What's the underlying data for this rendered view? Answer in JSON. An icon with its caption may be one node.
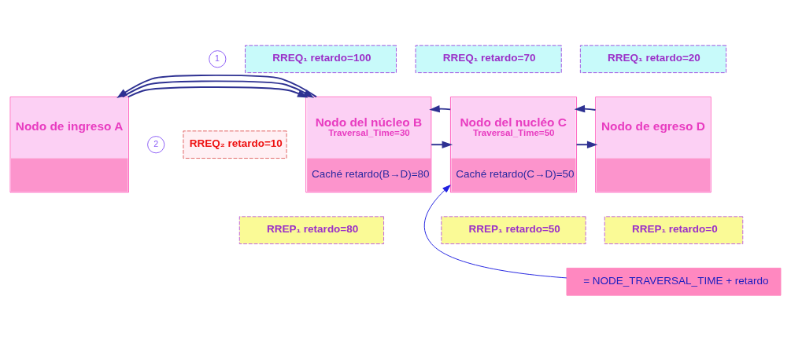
{
  "diagram": {
    "nodes": [
      {
        "text": [
          "1"
        ]
      },
      {
        "text": [
          "RREQ₁ retardo=100"
        ]
      },
      {
        "text": [
          "RREQ₁ retardo=70"
        ]
      },
      {
        "text": [
          "RREQ₁ retardo=20"
        ]
      },
      {
        "text": [
          "Nodo de ingreso A"
        ]
      },
      {
        "text": [
          "2"
        ]
      },
      {
        "text": [
          "RREQ₂ retardo=10"
        ]
      },
      {
        "text": [
          "Nodo del núcleo B",
          "Traversal_Time=30",
          "Caché retardo(B→D)=80"
        ]
      },
      {
        "text": [
          "Nodo del nucléo C",
          "Traversal_Time=50",
          "Caché retardo(C→D)=50"
        ]
      },
      {
        "text": [
          "Nodo de egreso D"
        ]
      },
      {
        "text": [
          "RREP₁ retardo=80"
        ]
      },
      {
        "text": [
          "RREP₁ retardo=50"
        ]
      },
      {
        "text": [
          "RREP₁ retardo=0"
        ]
      },
      {
        "text": [
          "= NODE_TRAVERSAL_TIME + retardo"
        ]
      }
    ],
    "edges": [
      {
        "from": 4,
        "to": 7,
        "arrow": "to"
      },
      {
        "from": 7,
        "to": 8,
        "arrow": "to"
      },
      {
        "from": 8,
        "to": 9,
        "arrow": "to"
      },
      {
        "from": 4,
        "to": 7,
        "arrow": "to"
      },
      {
        "from": 9,
        "to": 8,
        "arrow": "to"
      },
      {
        "from": 8,
        "to": 7,
        "arrow": "to"
      },
      {
        "from": 7,
        "to": 4,
        "arrow": "to"
      },
      {
        "from": 13,
        "to": 8,
        "arrow": "to",
        "color": "#2020e0"
      }
    ]
  }
}
